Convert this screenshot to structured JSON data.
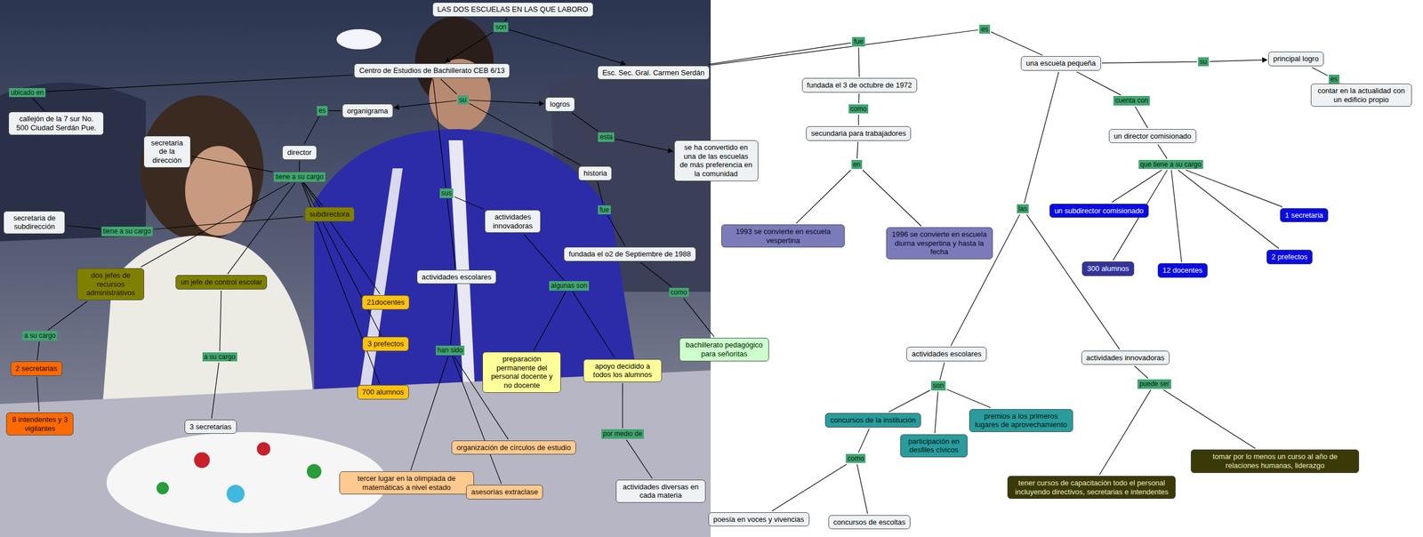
{
  "diagram": {
    "nodes": [
      {
        "text": [
          "LAS DOS ESCUELAS EN LAS QUE LABORO"
        ]
      },
      {
        "text": [
          "son"
        ]
      },
      {
        "text": [
          "Centro de Estudios de Bachillerato CEB 6/13"
        ]
      },
      {
        "text": [
          "Esc. Sec. Gral. Carmen Serdán"
        ]
      },
      {
        "text": [
          "ubicado en"
        ]
      },
      {
        "text": [
          "callejón de la 7 sur No. 500 Ciudad Serdán Pue."
        ]
      },
      {
        "text": [
          "su"
        ]
      },
      {
        "text": [
          "organigrama"
        ]
      },
      {
        "text": [
          "logros"
        ]
      },
      {
        "text": [
          "historia"
        ]
      },
      {
        "text": [
          "es"
        ]
      },
      {
        "text": [
          "director"
        ]
      },
      {
        "text": [
          "tiene a su cargo"
        ]
      },
      {
        "text": [
          "secretaria de la dirección"
        ]
      },
      {
        "text": [
          "subdirectora"
        ]
      },
      {
        "text": [
          "tiene a su cargo"
        ]
      },
      {
        "text": [
          "secretaria de subdirección"
        ]
      },
      {
        "text": [
          "dos jefes de recursos administrativos"
        ]
      },
      {
        "text": [
          "un jefe de control escolar"
        ]
      },
      {
        "text": [
          "21docentes"
        ]
      },
      {
        "text": [
          "3 prefectos"
        ]
      },
      {
        "text": [
          "700 alumnos"
        ]
      },
      {
        "text": [
          "a su cargo"
        ]
      },
      {
        "text": [
          "2 secretarias"
        ]
      },
      {
        "text": [
          "8 intendentes y 3 vigilantes"
        ]
      },
      {
        "text": [
          "a su cargo"
        ]
      },
      {
        "text": [
          "3 secretarias"
        ]
      },
      {
        "text": [
          "esta"
        ]
      },
      {
        "text": [
          "se ha convertido en una de las escuelas de más preferencia en la comunidad"
        ]
      },
      {
        "text": [
          "fue"
        ]
      },
      {
        "text": [
          "fundada el o2 de Septiembre de 1988"
        ]
      },
      {
        "text": [
          "como"
        ]
      },
      {
        "text": [
          "bachillerato pedagógico para señoritas"
        ]
      },
      {
        "text": [
          "sus"
        ]
      },
      {
        "text": [
          "actividades innovadoras"
        ]
      },
      {
        "text": [
          "actividades escolares"
        ]
      },
      {
        "text": [
          "algunas son"
        ]
      },
      {
        "text": [
          "preparación permanente del personal docente y no docente"
        ]
      },
      {
        "text": [
          "apoyo decidido a todos los alumnos"
        ]
      },
      {
        "text": [
          "por medio de"
        ]
      },
      {
        "text": [
          "actividades diversas en cada materia"
        ]
      },
      {
        "text": [
          "han sido"
        ]
      },
      {
        "text": [
          "tercer lugar en la olimpiada de matemáticas a nivel estado"
        ]
      },
      {
        "text": [
          "organización de círculos de estudio"
        ]
      },
      {
        "text": [
          "asesorías extraclase"
        ]
      },
      {
        "text": [
          "fue"
        ]
      },
      {
        "text": [
          "fundada el 3 de octubre de 1972"
        ]
      },
      {
        "text": [
          "como"
        ]
      },
      {
        "text": [
          "secundaria para trabajadores"
        ]
      },
      {
        "text": [
          "en"
        ]
      },
      {
        "text": [
          "1993 se convierte en escuela vespertina"
        ]
      },
      {
        "text": [
          "1996 se convierte en escuela diurna vespertina y hasta la fecha"
        ]
      },
      {
        "text": [
          "es"
        ]
      },
      {
        "text": [
          "una escuela pequeña"
        ]
      },
      {
        "text": [
          "su"
        ]
      },
      {
        "text": [
          "principal logro"
        ]
      },
      {
        "text": [
          "es"
        ]
      },
      {
        "text": [
          "contar en la actualidad con un edificio propio"
        ]
      },
      {
        "text": [
          "cuenta con"
        ]
      },
      {
        "text": [
          "un director comisionado"
        ]
      },
      {
        "text": [
          "que tiene a su cargo"
        ]
      },
      {
        "text": [
          "un subdirector comisionado"
        ]
      },
      {
        "text": [
          "1 secretaria"
        ]
      },
      {
        "text": [
          "300 alumnos"
        ]
      },
      {
        "text": [
          "12 docentes"
        ]
      },
      {
        "text": [
          "2 prefectos"
        ]
      },
      {
        "text": [
          "las"
        ]
      },
      {
        "text": [
          "actividades escolares"
        ]
      },
      {
        "text": [
          "actividades innovadoras"
        ]
      },
      {
        "text": [
          "son"
        ]
      },
      {
        "text": [
          "concursos de la institución"
        ]
      },
      {
        "text": [
          "participación en desfiles cívicos"
        ]
      },
      {
        "text": [
          "premios a los primeros lugares de aprovechamiento"
        ]
      },
      {
        "text": [
          "como"
        ]
      },
      {
        "text": [
          "poesía en voces y vivencias"
        ]
      },
      {
        "text": [
          "concursos de escoltas"
        ]
      },
      {
        "text": [
          "puede ser"
        ]
      },
      {
        "text": [
          "tener cursos de capacitación todo el personal incluyendo directivos, secretarias e intendentes"
        ]
      },
      {
        "text": [
          "tomar por lo menos un curso al año de relaciones humanas, liderazgo"
        ]
      }
    ],
    "edges": [
      {
        "from": 0,
        "to": 1,
        "arrow": "none"
      },
      {
        "from": 1,
        "to": 2,
        "arrow": "to"
      },
      {
        "from": 1,
        "to": 3,
        "arrow": "to"
      },
      {
        "from": 2,
        "to": 4,
        "arrow": "none"
      },
      {
        "from": 4,
        "to": 5,
        "arrow": "none"
      },
      {
        "from": 2,
        "to": 6,
        "arrow": "none"
      },
      {
        "from": 6,
        "to": 7,
        "arrow": "to"
      },
      {
        "from": 6,
        "to": 8,
        "arrow": "to"
      },
      {
        "from": 6,
        "to": 9,
        "arrow": "none"
      },
      {
        "from": 7,
        "to": 10,
        "arrow": "none"
      },
      {
        "from": 10,
        "to": 11,
        "arrow": "none"
      },
      {
        "from": 11,
        "to": 12,
        "arrow": "none"
      },
      {
        "from": 12,
        "to": 13,
        "arrow": "none"
      },
      {
        "from": 12,
        "to": 14,
        "arrow": "none"
      },
      {
        "from": 12,
        "to": 17,
        "arrow": "none"
      },
      {
        "from": 12,
        "to": 18,
        "arrow": "none"
      },
      {
        "from": 12,
        "to": 19,
        "arrow": "none"
      },
      {
        "from": 12,
        "to": 20,
        "arrow": "none"
      },
      {
        "from": 12,
        "to": 21,
        "arrow": "none"
      },
      {
        "from": 14,
        "to": 15,
        "arrow": "none"
      },
      {
        "from": 15,
        "to": 16,
        "arrow": "none"
      },
      {
        "from": 17,
        "to": 22,
        "arrow": "none"
      },
      {
        "from": 22,
        "to": 23,
        "arrow": "none"
      },
      {
        "from": 23,
        "to": 24,
        "arrow": "none"
      },
      {
        "from": 18,
        "to": 25,
        "arrow": "none"
      },
      {
        "from": 25,
        "to": 26,
        "arrow": "none"
      },
      {
        "from": 8,
        "to": 27,
        "arrow": "none"
      },
      {
        "from": 27,
        "to": 28,
        "arrow": "to"
      },
      {
        "from": 9,
        "to": 29,
        "arrow": "none"
      },
      {
        "from": 29,
        "to": 30,
        "arrow": "none"
      },
      {
        "from": 30,
        "to": 31,
        "arrow": "none"
      },
      {
        "from": 31,
        "to": 32,
        "arrow": "none"
      },
      {
        "from": 2,
        "to": 33,
        "arrow": "none"
      },
      {
        "from": 33,
        "to": 34,
        "arrow": "none"
      },
      {
        "from": 33,
        "to": 35,
        "arrow": "none"
      },
      {
        "from": 34,
        "to": 36,
        "arrow": "none"
      },
      {
        "from": 36,
        "to": 37,
        "arrow": "none"
      },
      {
        "from": 36,
        "to": 38,
        "arrow": "none"
      },
      {
        "from": 38,
        "to": 39,
        "arrow": "none"
      },
      {
        "from": 39,
        "to": 40,
        "arrow": "none"
      },
      {
        "from": 35,
        "to": 41,
        "arrow": "none"
      },
      {
        "from": 41,
        "to": 42,
        "arrow": "none"
      },
      {
        "from": 41,
        "to": 43,
        "arrow": "none"
      },
      {
        "from": 41,
        "to": 44,
        "arrow": "none"
      },
      {
        "from": 3,
        "to": 45,
        "arrow": "none"
      },
      {
        "from": 45,
        "to": 46,
        "arrow": "none"
      },
      {
        "from": 46,
        "to": 47,
        "arrow": "none"
      },
      {
        "from": 47,
        "to": 48,
        "arrow": "none"
      },
      {
        "from": 48,
        "to": 49,
        "arrow": "none"
      },
      {
        "from": 49,
        "to": 50,
        "arrow": "none"
      },
      {
        "from": 49,
        "to": 51,
        "arrow": "none"
      },
      {
        "from": 3,
        "to": 52,
        "arrow": "none"
      },
      {
        "from": 52,
        "to": 53,
        "arrow": "none"
      },
      {
        "from": 53,
        "to": 54,
        "arrow": "none"
      },
      {
        "from": 54,
        "to": 55,
        "arrow": "to"
      },
      {
        "from": 55,
        "to": 56,
        "arrow": "none"
      },
      {
        "from": 56,
        "to": 57,
        "arrow": "none"
      },
      {
        "from": 53,
        "to": 58,
        "arrow": "none"
      },
      {
        "from": 58,
        "to": 59,
        "arrow": "none"
      },
      {
        "from": 59,
        "to": 60,
        "arrow": "none"
      },
      {
        "from": 60,
        "to": 61,
        "arrow": "none"
      },
      {
        "from": 60,
        "to": 62,
        "arrow": "none"
      },
      {
        "from": 60,
        "to": 63,
        "arrow": "none"
      },
      {
        "from": 60,
        "to": 64,
        "arrow": "none"
      },
      {
        "from": 60,
        "to": 65,
        "arrow": "none"
      },
      {
        "from": 53,
        "to": 66,
        "arrow": "none"
      },
      {
        "from": 66,
        "to": 67,
        "arrow": "none"
      },
      {
        "from": 66,
        "to": 68,
        "arrow": "none"
      },
      {
        "from": 67,
        "to": 69,
        "arrow": "none"
      },
      {
        "from": 69,
        "to": 70,
        "arrow": "none"
      },
      {
        "from": 69,
        "to": 71,
        "arrow": "none"
      },
      {
        "from": 69,
        "to": 72,
        "arrow": "none"
      },
      {
        "from": 70,
        "to": 73,
        "arrow": "none"
      },
      {
        "from": 73,
        "to": 74,
        "arrow": "none"
      },
      {
        "from": 73,
        "to": 75,
        "arrow": "none"
      },
      {
        "from": 68,
        "to": 76,
        "arrow": "none"
      },
      {
        "from": 76,
        "to": 77,
        "arrow": "none"
      },
      {
        "from": 76,
        "to": 78,
        "arrow": "none"
      }
    ]
  }
}
